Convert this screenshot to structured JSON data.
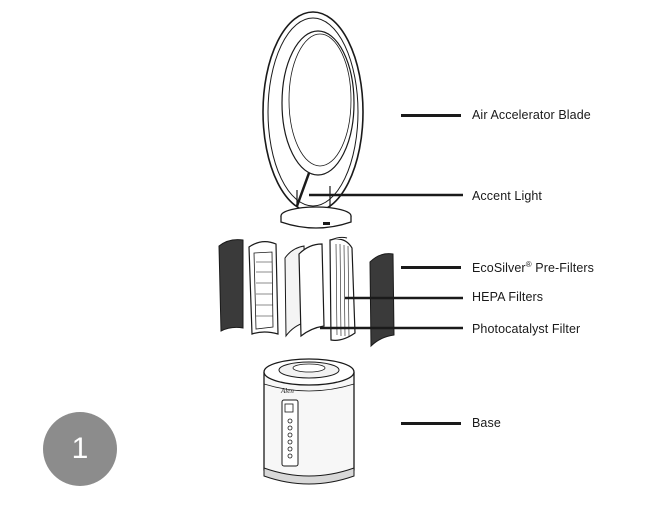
{
  "labels": {
    "blade": "Air Accelerator Blade",
    "accent_light": "Accent Light",
    "prefilter_main": "EcoSilver",
    "prefilter_reg": "®",
    "prefilter_rest": " Pre-Filters",
    "hepa": "HEPA Filters",
    "photocatalyst": "Photocatalyst Filter",
    "base": "Base"
  },
  "step": {
    "number": "1"
  },
  "colors": {
    "line": "#1a1a1a",
    "badge": "#8c8c8c",
    "prefilter_dark": "#3a3a3a"
  }
}
